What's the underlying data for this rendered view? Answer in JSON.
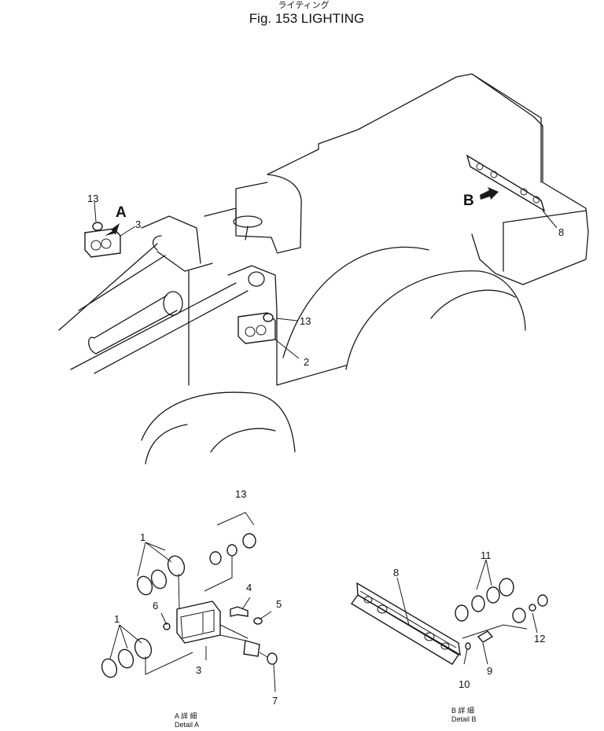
{
  "header": {
    "title_jp": "ライティング",
    "title": "Fig. 153  LIGHTING"
  },
  "view_markers": {
    "a": "A",
    "b": "B"
  },
  "callouts": {
    "n1a": "1",
    "n1b": "1",
    "n2": "2",
    "n3top": "3",
    "n3bot": "3",
    "n4": "4",
    "n5": "5",
    "n6": "6",
    "n7": "7",
    "n8top": "8",
    "n8bot": "8",
    "n9": "9",
    "n10": "10",
    "n11": "11",
    "n12": "12",
    "n13a": "13",
    "n13b": "13",
    "n13c": "13"
  },
  "captions": {
    "detail_a_jp": "A 詳 細",
    "detail_a": "Detail A",
    "detail_b_jp": "B 詳 細",
    "detail_b": "Detail B"
  }
}
